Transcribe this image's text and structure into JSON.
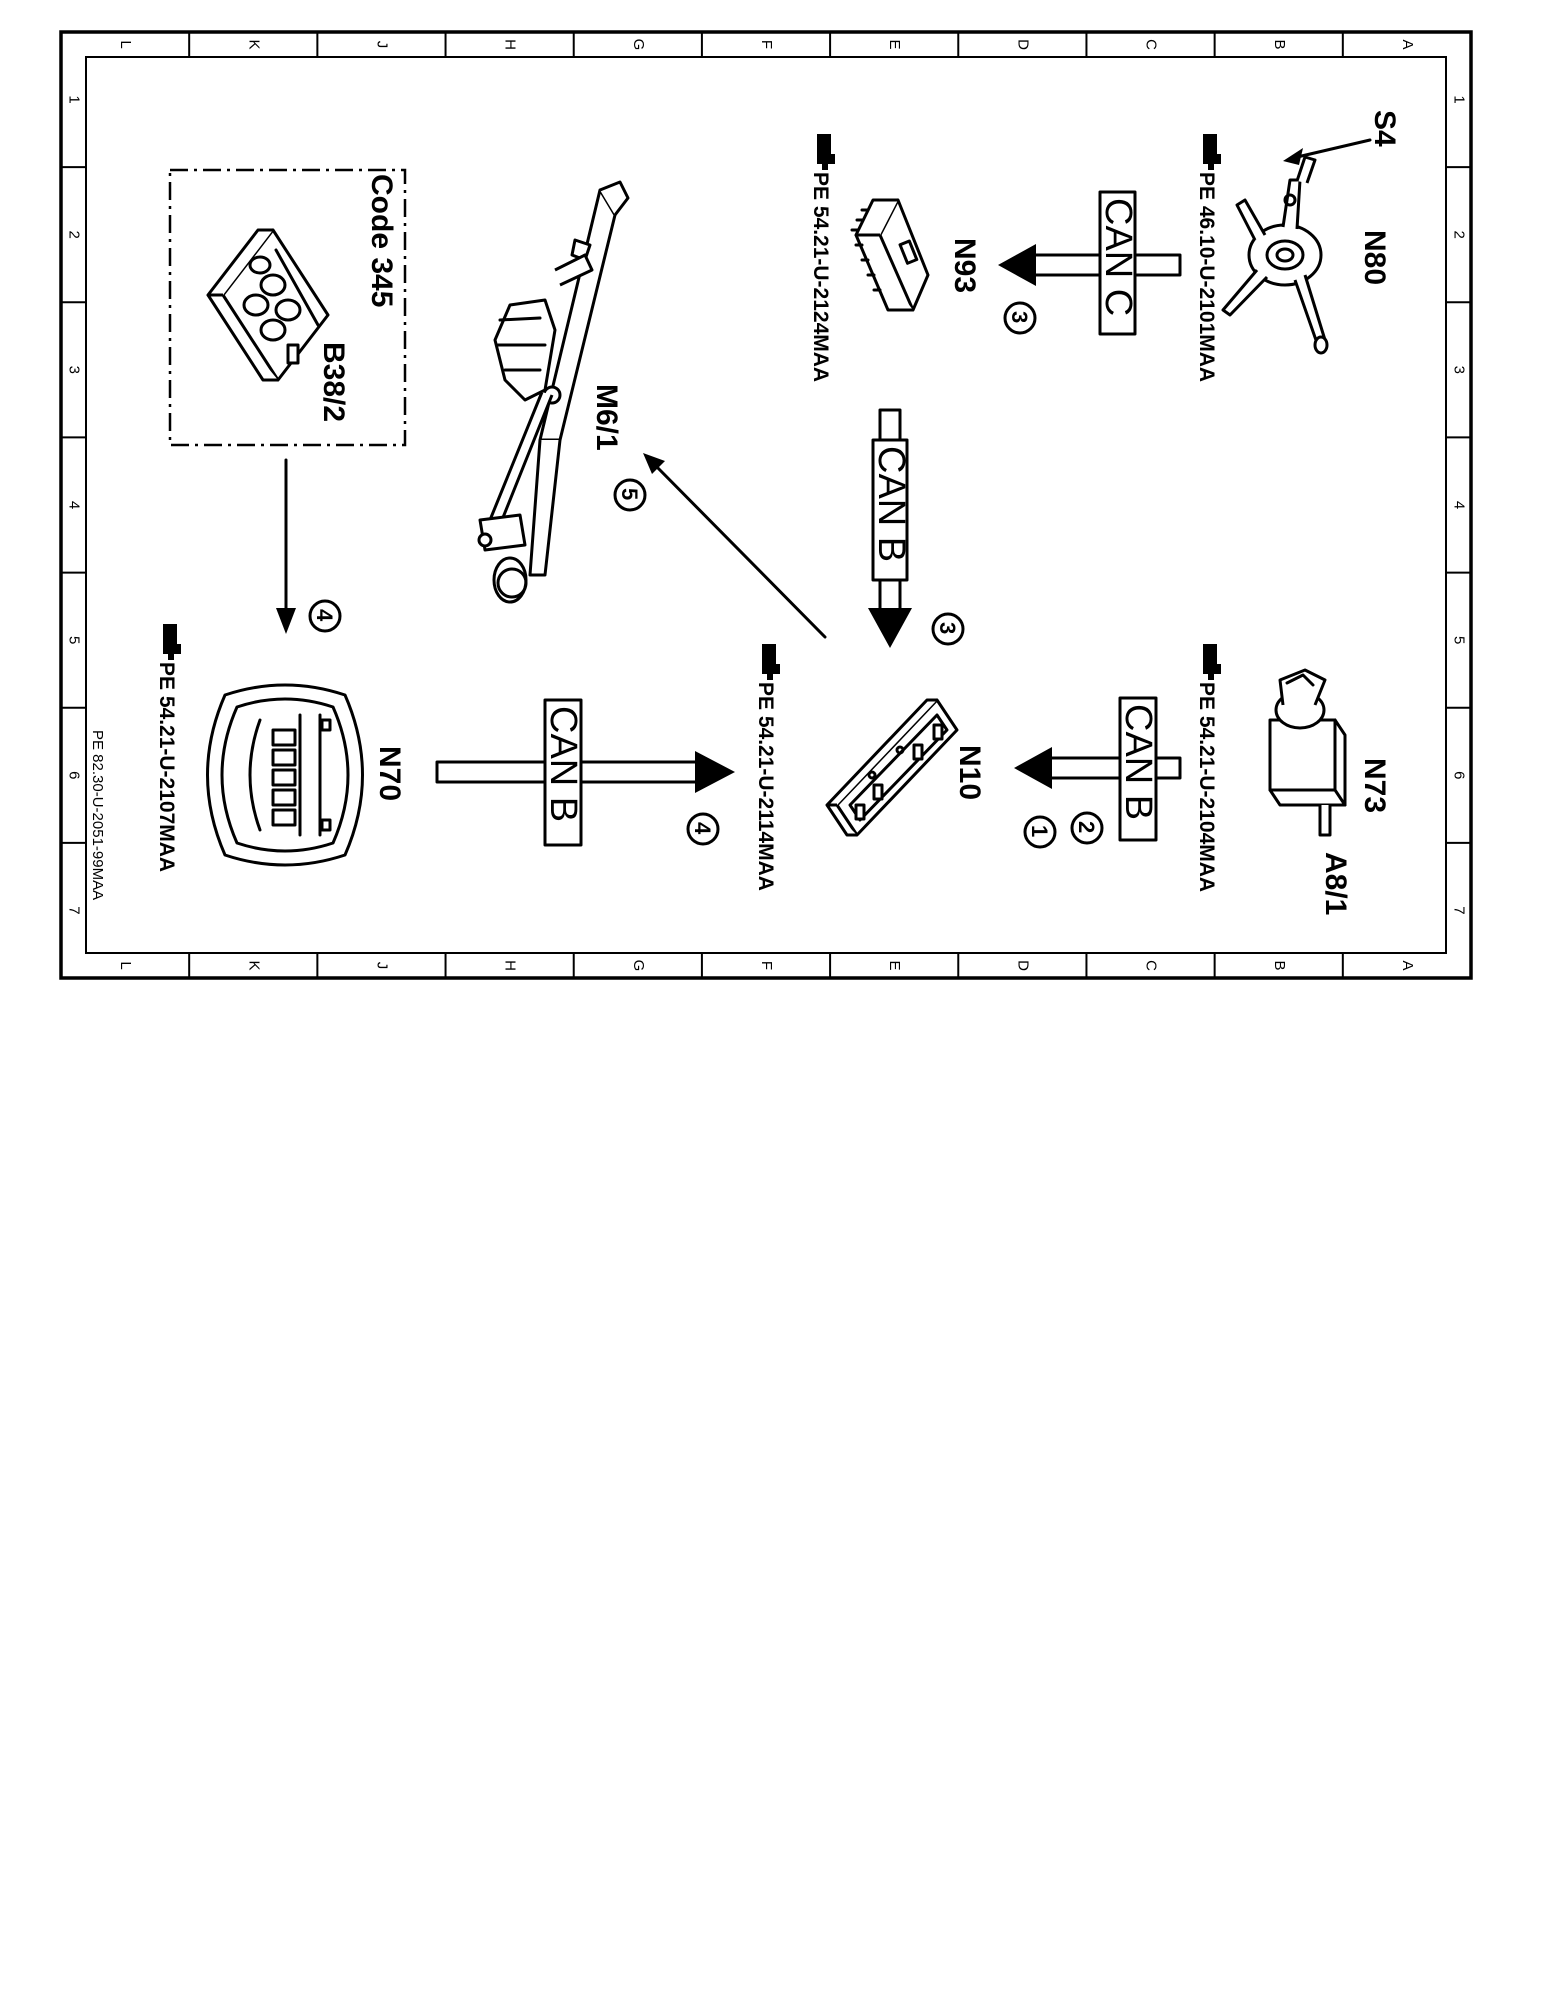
{
  "grid": {
    "columns": [
      "L",
      "K",
      "J",
      "H",
      "G",
      "F",
      "E",
      "D",
      "C",
      "B",
      "A"
    ],
    "rows": [
      "1",
      "2",
      "3",
      "4",
      "5",
      "6",
      "7"
    ]
  },
  "doc_id": "PE 82.30-U-2051-99MAA",
  "components": {
    "n80": {
      "label": "N80",
      "ref": "PE 46.10-U-2101MAA"
    },
    "s4": {
      "label": "S4"
    },
    "n93": {
      "label": "N93",
      "ref": "PE 54.21-U-2124MAA"
    },
    "m6_1": {
      "label": "M6/1"
    },
    "b38_2": {
      "label": "B38/2",
      "note": "Code 345"
    },
    "n73": {
      "label": "N73",
      "ref": "PE 54.21-U-2104MAA"
    },
    "a8_1": {
      "label": "A8/1"
    },
    "n10": {
      "label": "N10",
      "ref": "PE 54.21-U-2114MAA"
    },
    "n70": {
      "label": "N70",
      "ref": "PE 54.21-U-2107MAA"
    }
  },
  "buses": {
    "can_c": "CAN C",
    "can_b_vertical": "CAN B",
    "can_b_n73": "CAN B",
    "can_b_n70": "CAN B"
  },
  "steps": {
    "n80_to_n93": "3",
    "n93_to_n10": "3",
    "n10_to_m6": "5",
    "n73_a": "2",
    "n73_b": "1",
    "b38_to_n70": "4",
    "n70_to_n10": "4"
  },
  "icons": [
    "reference-hand-icon",
    "combination-switch-icon",
    "control-module-icon",
    "wiper-linkage-icon",
    "rain-sensor-icon",
    "lamp-switch-icon",
    "overhead-control-panel-icon"
  ]
}
